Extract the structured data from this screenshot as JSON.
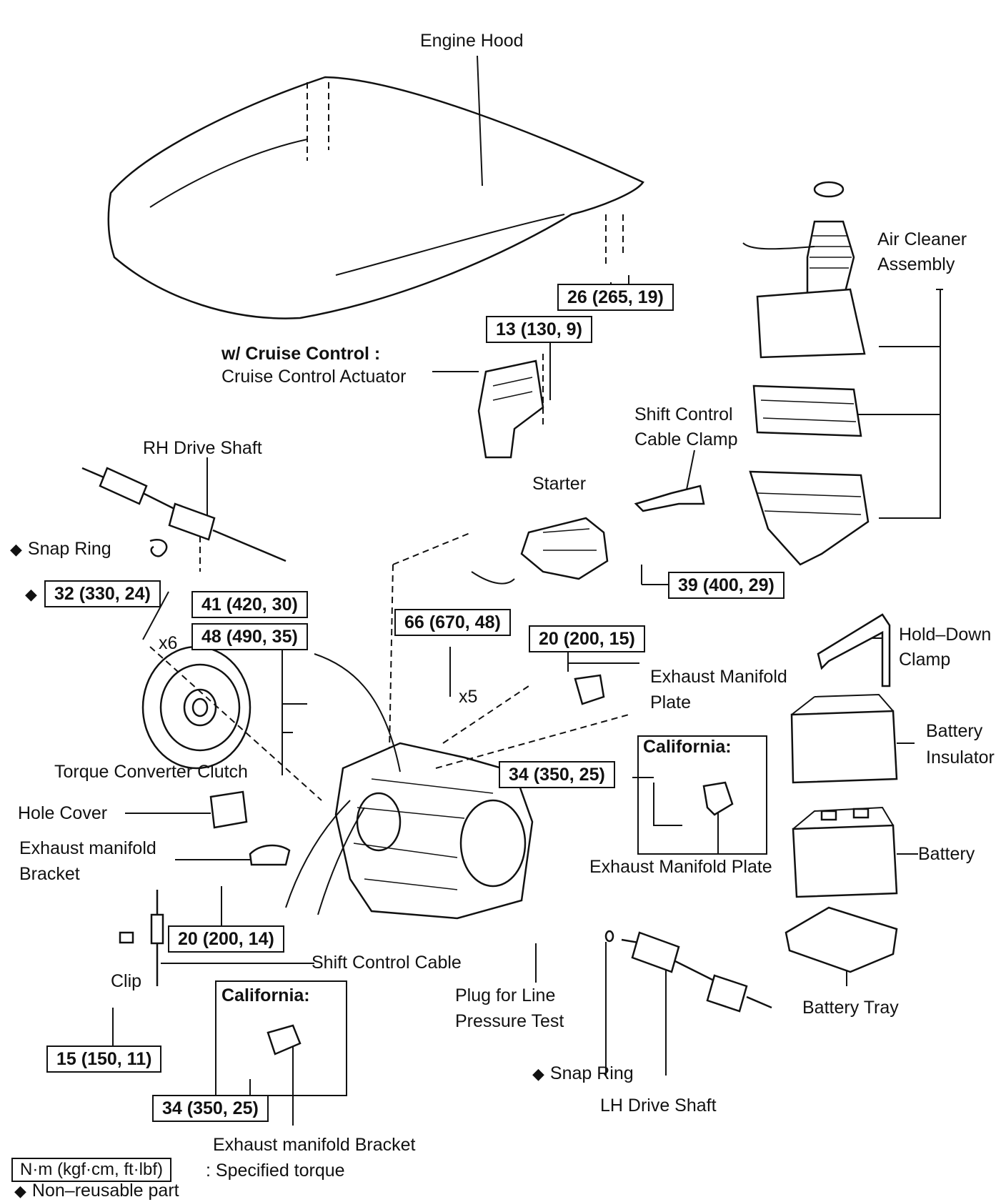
{
  "labels": {
    "engine_hood": "Engine Hood",
    "air_cleaner_1": "Air Cleaner",
    "air_cleaner_2": "Assembly",
    "cruise_1": "w/ Cruise Control :",
    "cruise_2": "Cruise Control Actuator",
    "rh_drive_shaft": "RH Drive Shaft",
    "shift_clamp_1": "Shift  Control",
    "shift_clamp_2": "Cable Clamp",
    "starter": "Starter",
    "snap_ring_top": "Snap Ring",
    "x6": "x6",
    "x5": "x5",
    "hold_down_1": "Hold–Down",
    "hold_down_2": "Clamp",
    "exhaust_plate_1": "Exhaust Manifold",
    "exhaust_plate_2": "Plate",
    "torque_converter": "Torque Converter Clutch",
    "california_1": "California:",
    "battery_insulator_1": "Battery",
    "battery_insulator_2": "Insulator",
    "hole_cover": "Hole Cover",
    "exhaust_bracket_1": "Exhaust manifold",
    "exhaust_bracket_2": "Bracket",
    "exhaust_manifold_plate": "Exhaust Manifold Plate",
    "battery": "Battery",
    "shift_control_cable": "Shift Control Cable",
    "clip": "Clip",
    "plug_1": "Plug for Line",
    "plug_2": "Pressure Test",
    "battery_tray": "Battery Tray",
    "california_2": "California:",
    "snap_ring_bottom": "Snap Ring",
    "lh_drive_shaft": "LH Drive Shaft",
    "exhaust_bracket_bottom": "Exhaust manifold Bracket"
  },
  "torques": {
    "t26": "26 (265, 19)",
    "t13": "13 (130, 9)",
    "t32": "32 (330, 24)",
    "t41": "41 (420, 30)",
    "t48": "48 (490, 35)",
    "t66": "66 (670, 48)",
    "t20a": "20 (200, 15)",
    "t39": "39 (400, 29)",
    "t34a": "34 (350, 25)",
    "t20b": "20 (200, 14)",
    "t15": "15 (150, 11)",
    "t34b": "34 (350, 25)"
  },
  "legend": {
    "units": "N·m (kgf·cm, ft·lbf)",
    "units_desc": ": Specified torque",
    "diamond_symbol": "◆",
    "non_reusable": "Non–reusable part"
  }
}
